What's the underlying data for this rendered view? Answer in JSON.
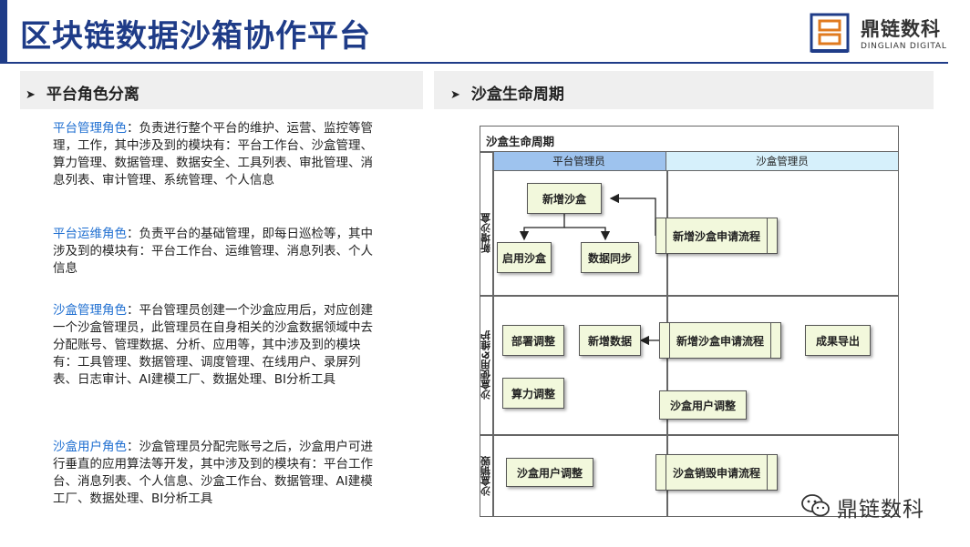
{
  "header": {
    "title": "区块链数据沙箱协作平台",
    "logo": {
      "name_cn": "鼎链数科",
      "name_en": "DINGLIAN DIGITAL",
      "icon": "dinglian-logo-icon"
    }
  },
  "left_section": {
    "heading": "平台角色分离",
    "roles": [
      {
        "name": "平台管理角色",
        "text": "：负责进行整个平台的维护、运营、监控等管理，工作，其中涉及到的模块有：平台工作台、沙盒管理、算力管理、数据管理、数据安全、工具列表、审批管理、消息列表、审计管理、系统管理、个人信息"
      },
      {
        "name": "平台运维角色",
        "text": "：负责平台的基础管理，即每日巡检等，其中涉及到的模块有：平台工作台、运维管理、消息列表、个人信息"
      },
      {
        "name": "沙盒管理角色",
        "text": "：平台管理员创建一个沙盒应用后，对应创建一个沙盒管理员，此管理员在自身相关的沙盒数据领域中去分配账号、管理数据、分析、应用等，其中涉及到的模块有：工具管理、数据管理、调度管理、在线用户、录屏列表、日志审计、AI建模工厂、数据处理、BI分析工具"
      },
      {
        "name": "沙盒用户角色",
        "text": "：沙盒管理员分配完账号之后，沙盒用户可进行垂直的应用算法等开发，其中涉及到的模块有：平台工作台、消息列表、个人信息、沙盒工作台、数据管理、AI建模工厂、数据处理、BI分析工具"
      }
    ]
  },
  "right_section": {
    "heading": "沙盒生命周期",
    "diagram": {
      "title": "沙盒生命周期",
      "lanes": [
        "平台管理员",
        "沙盒管理员"
      ],
      "phases": [
        "新增沙盒",
        "沙盒使用&维护",
        "沙盒销毁"
      ],
      "nodes": {
        "new_sandbox": "新增沙盒",
        "enable_sandbox": "启用沙盒",
        "data_sync": "数据同步",
        "new_sandbox_request_1": "新增沙盒申请流程",
        "deploy_adjust": "部署调整",
        "new_data": "新增数据",
        "compute_adjust": "算力调整",
        "new_sandbox_request_2": "新增沙盒申请流程",
        "result_export": "成果导出",
        "sandbox_user_adjust_1": "沙盒用户调整",
        "sandbox_user_adjust_2": "沙盒用户调整",
        "sandbox_destroy_request": "沙盒销毁申请流程"
      }
    }
  },
  "watermark": {
    "text": "鼎链数科",
    "icon": "wechat-icon"
  }
}
